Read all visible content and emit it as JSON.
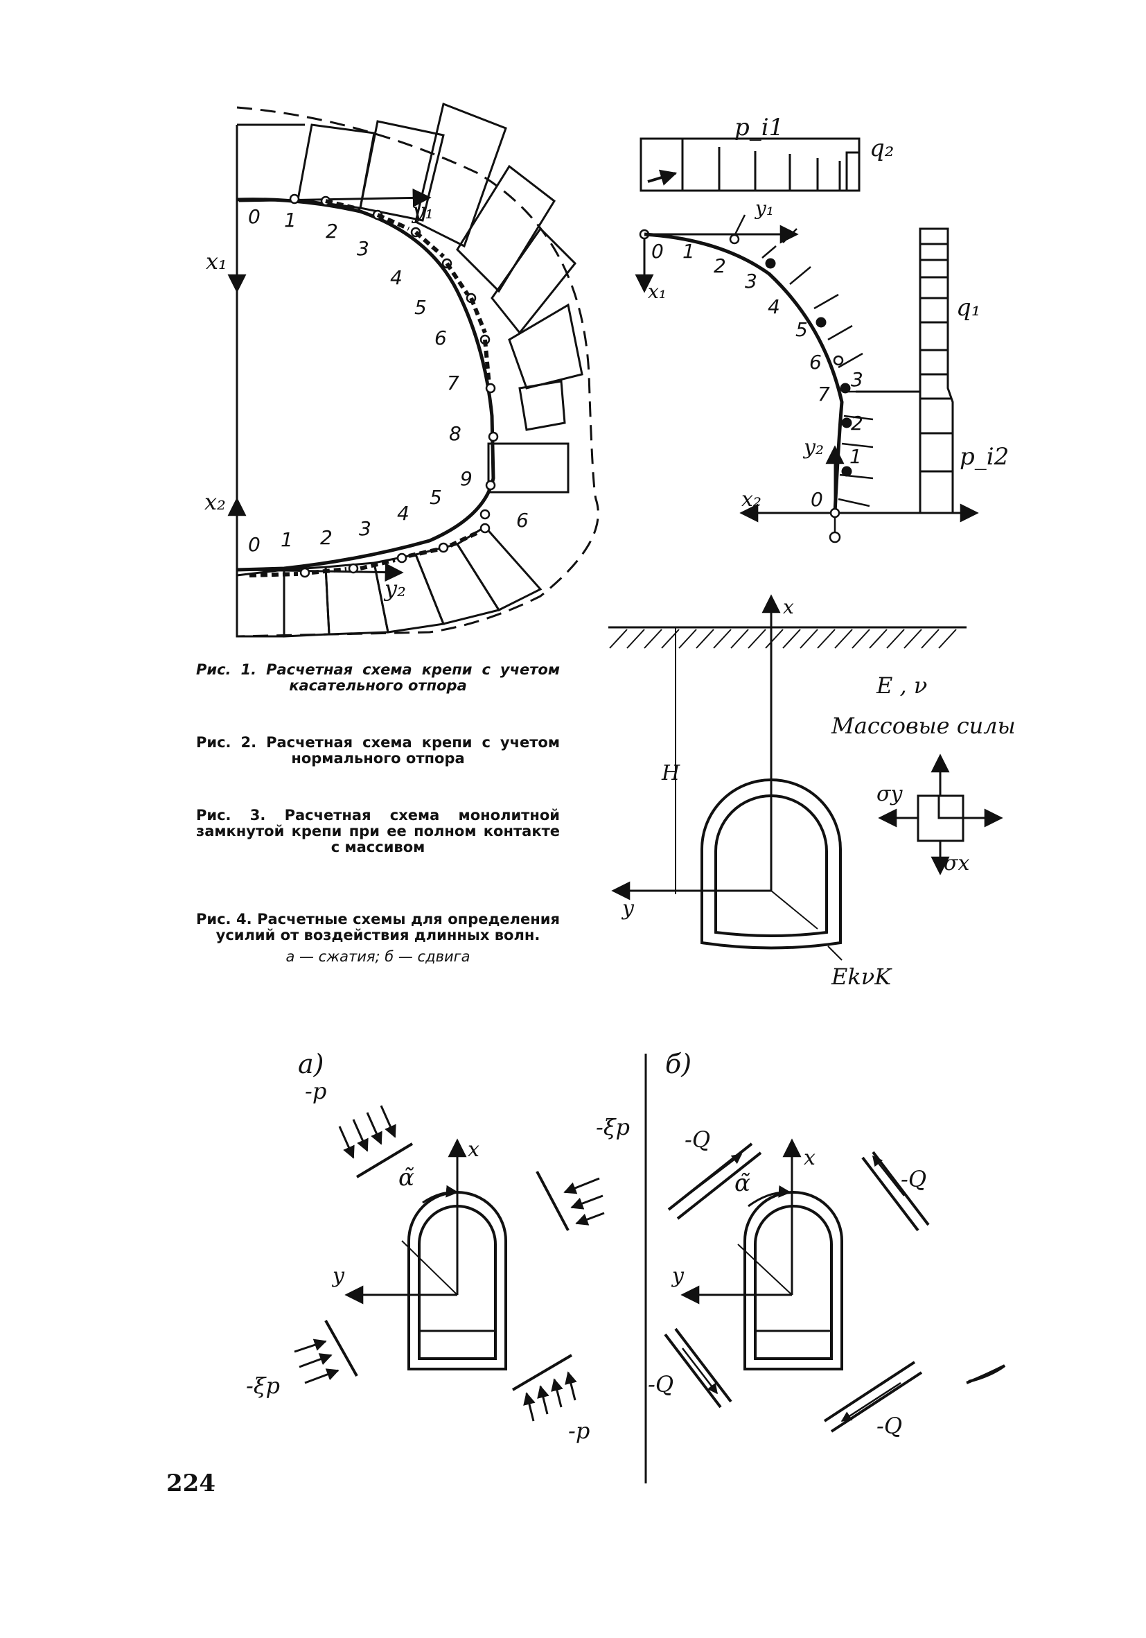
{
  "page_number": "224",
  "captions": {
    "fig1": {
      "prefix": "Рис. 1.",
      "title": "Расчетная схема крепи с учетом касательного отпора"
    },
    "fig2": {
      "prefix": "Рис. 2.",
      "title": "Расчетная схема крепи с учетом нормального отпора"
    },
    "fig3": {
      "prefix": "Рис. 3.",
      "title": "Расчетная схема монолитной замкнутой крепи при ее полном контакте с массивом"
    },
    "fig4": {
      "prefix": "Рис. 4.",
      "title": "Расчетные схемы для определения усилий от воздействия длинных волн.",
      "legend": "а — сжатия; б — сдвига"
    }
  },
  "fig1": {
    "axis_x1": "x₁",
    "axis_y1": "y₁",
    "axis_x2": "x₂",
    "axis_y2": "y₂",
    "upper_nodes": [
      "0",
      "1",
      "2",
      "3",
      "4",
      "5",
      "6",
      "7",
      "8",
      "9"
    ],
    "lower_nodes": [
      "0",
      "1",
      "2",
      "3",
      "4",
      "5",
      "6"
    ]
  },
  "fig2": {
    "load_top": "p_i1",
    "load_top_end": "q₂",
    "load_side": "q₁",
    "load_side_low": "p_i2",
    "axis_x1": "x₁",
    "axis_y1": "y₁",
    "axis_x2": "x₂",
    "axis_y2": "y₂",
    "nodes_upper": [
      "0",
      "1",
      "2",
      "3",
      "4",
      "5",
      "6",
      "7"
    ],
    "nodes_lower": [
      "0",
      "1",
      "2",
      "3"
    ]
  },
  "fig3": {
    "axis_x": "x",
    "axis_y": "y",
    "depth": "H",
    "massif_props": "E , ν",
    "body_forces": "Массовые силы",
    "stress_y": "σy",
    "stress_x": "σx",
    "lining_props": "EkνK"
  },
  "fig4": {
    "panel_a": {
      "label": "а)",
      "axis_x": "x",
      "axis_y": "y",
      "angle": "α̃",
      "load_top_left": "-p",
      "load_top_right": "-ξp",
      "load_bottom_left": "-ξp",
      "load_bottom_right": "-p"
    },
    "panel_b": {
      "label": "б)",
      "axis_x": "x",
      "axis_y": "y",
      "angle": "α̃",
      "load_top_left": "-Q",
      "load_top_right": "-Q",
      "load_bottom_left": "-Q",
      "load_bottom_right": "-Q"
    }
  }
}
